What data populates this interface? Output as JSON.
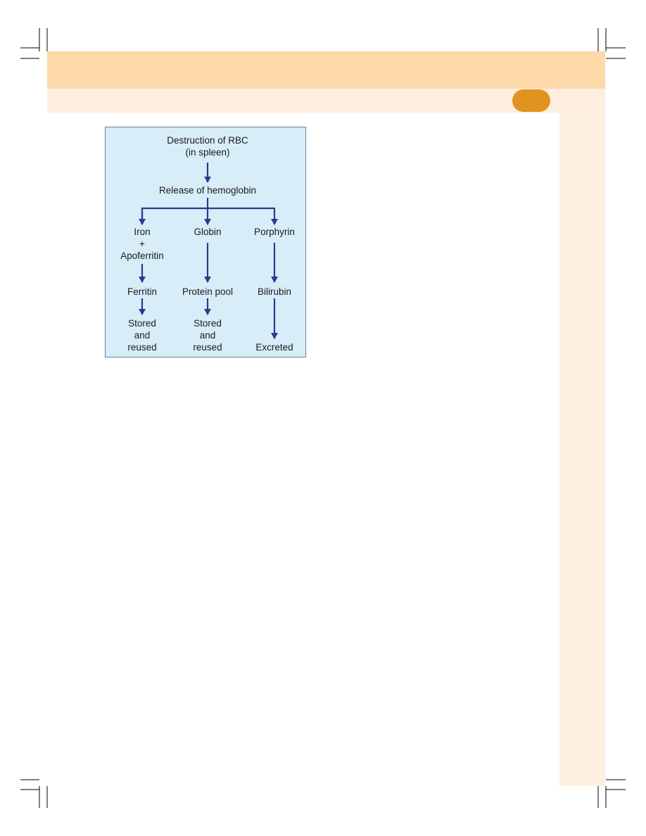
{
  "colors": {
    "header_band": "#fdd9a9",
    "subheader_band": "#fdeedf",
    "side_margin": "#fdf0e1",
    "page_tab": "#e2921f",
    "diagram_background": "#d7eef9",
    "diagram_border": "#6f7c86",
    "arrow": "#2b3a8c",
    "crop_marks": "#000000"
  },
  "diagram": {
    "nodes": {
      "destruction": "Destruction of RBC\n(in spleen)",
      "release": "Release of hemoglobin",
      "iron": "Iron\n+\nApoferritin",
      "globin": "Globin",
      "porphyrin": "Porphyrin",
      "ferritin": "Ferritin",
      "protein_pool": "Protein pool",
      "bilirubin": "Bilirubin",
      "stored_iron": "Stored\nand\nreused",
      "stored_globin": "Stored\nand\nreused",
      "excreted": "Excreted"
    }
  }
}
